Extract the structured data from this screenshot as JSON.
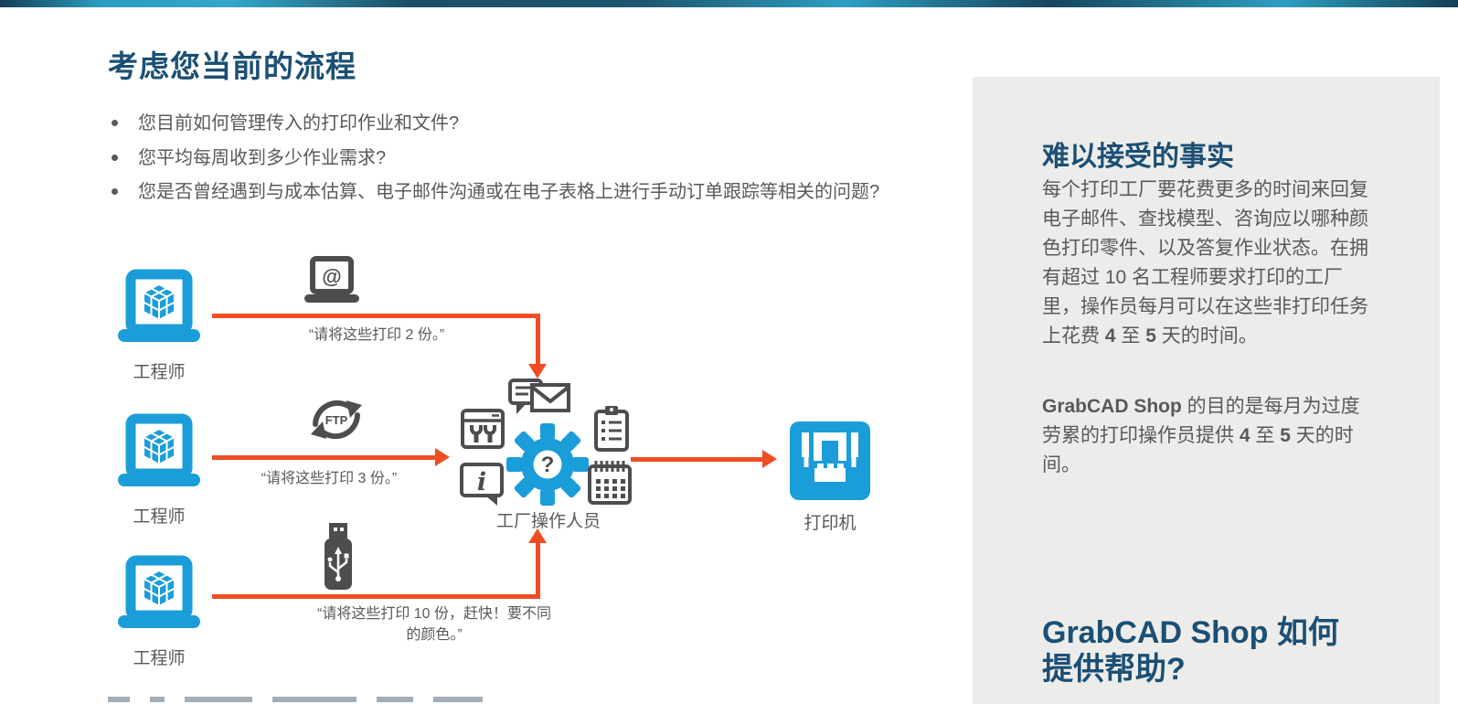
{
  "colors": {
    "brand_blue": "#1B9DD9",
    "arrow_orange": "#EF4E25",
    "heading_navy": "#1B4F74",
    "body_gray": "#58595B",
    "icon_gray": "#4D4D4F",
    "sidebar_bg": "#ECECEA"
  },
  "main": {
    "title": "考虑您当前的流程",
    "bullets": [
      "您目前如何管理传入的打印作业和文件?",
      "您平均每周收到多少作业需求?",
      "您是否曾经遇到与成本估算、电子邮件沟通或在电子表格上进行手动订单跟踪等相关的问题?"
    ]
  },
  "diagram": {
    "engineer_label": "工程师",
    "operator_label": "工厂操作人员",
    "printer_label": "打印机",
    "ftp_label": "FTP",
    "at_symbol": "@",
    "question_mark": "?",
    "info_symbol": "i",
    "quotes": {
      "email": "“请将这些打印 2 份。”",
      "ftp": "“请将这些打印 3 份。”",
      "usb_line1": "“请将这些打印 10 份，赶快！要不同",
      "usb_line2": "的颜色。”"
    }
  },
  "sidebar": {
    "fact_title": "难以接受的事实",
    "fact_p": {
      "t1": "每个打印工厂要花费更多的时间来回复电子邮件、查找模型、咨询应以哪种颜色打印零件、以及答复作业状态。在拥有超过 10 名工程师要求打印的工厂里，操作员每月可以在这些非打印任务上花费 ",
      "b1": "4",
      "t2": " 至 ",
      "b2": "5",
      "t3": " 天的时间。"
    },
    "shop_p": {
      "b0": "GrabCAD Shop",
      "t1": " 的目的是每月为过度劳累的打印操作员提供 ",
      "b1": "4",
      "t2": " 至 ",
      "b2": "5",
      "t3": " 天的时间。"
    },
    "help_title": "GrabCAD Shop  如何提供帮助?"
  }
}
